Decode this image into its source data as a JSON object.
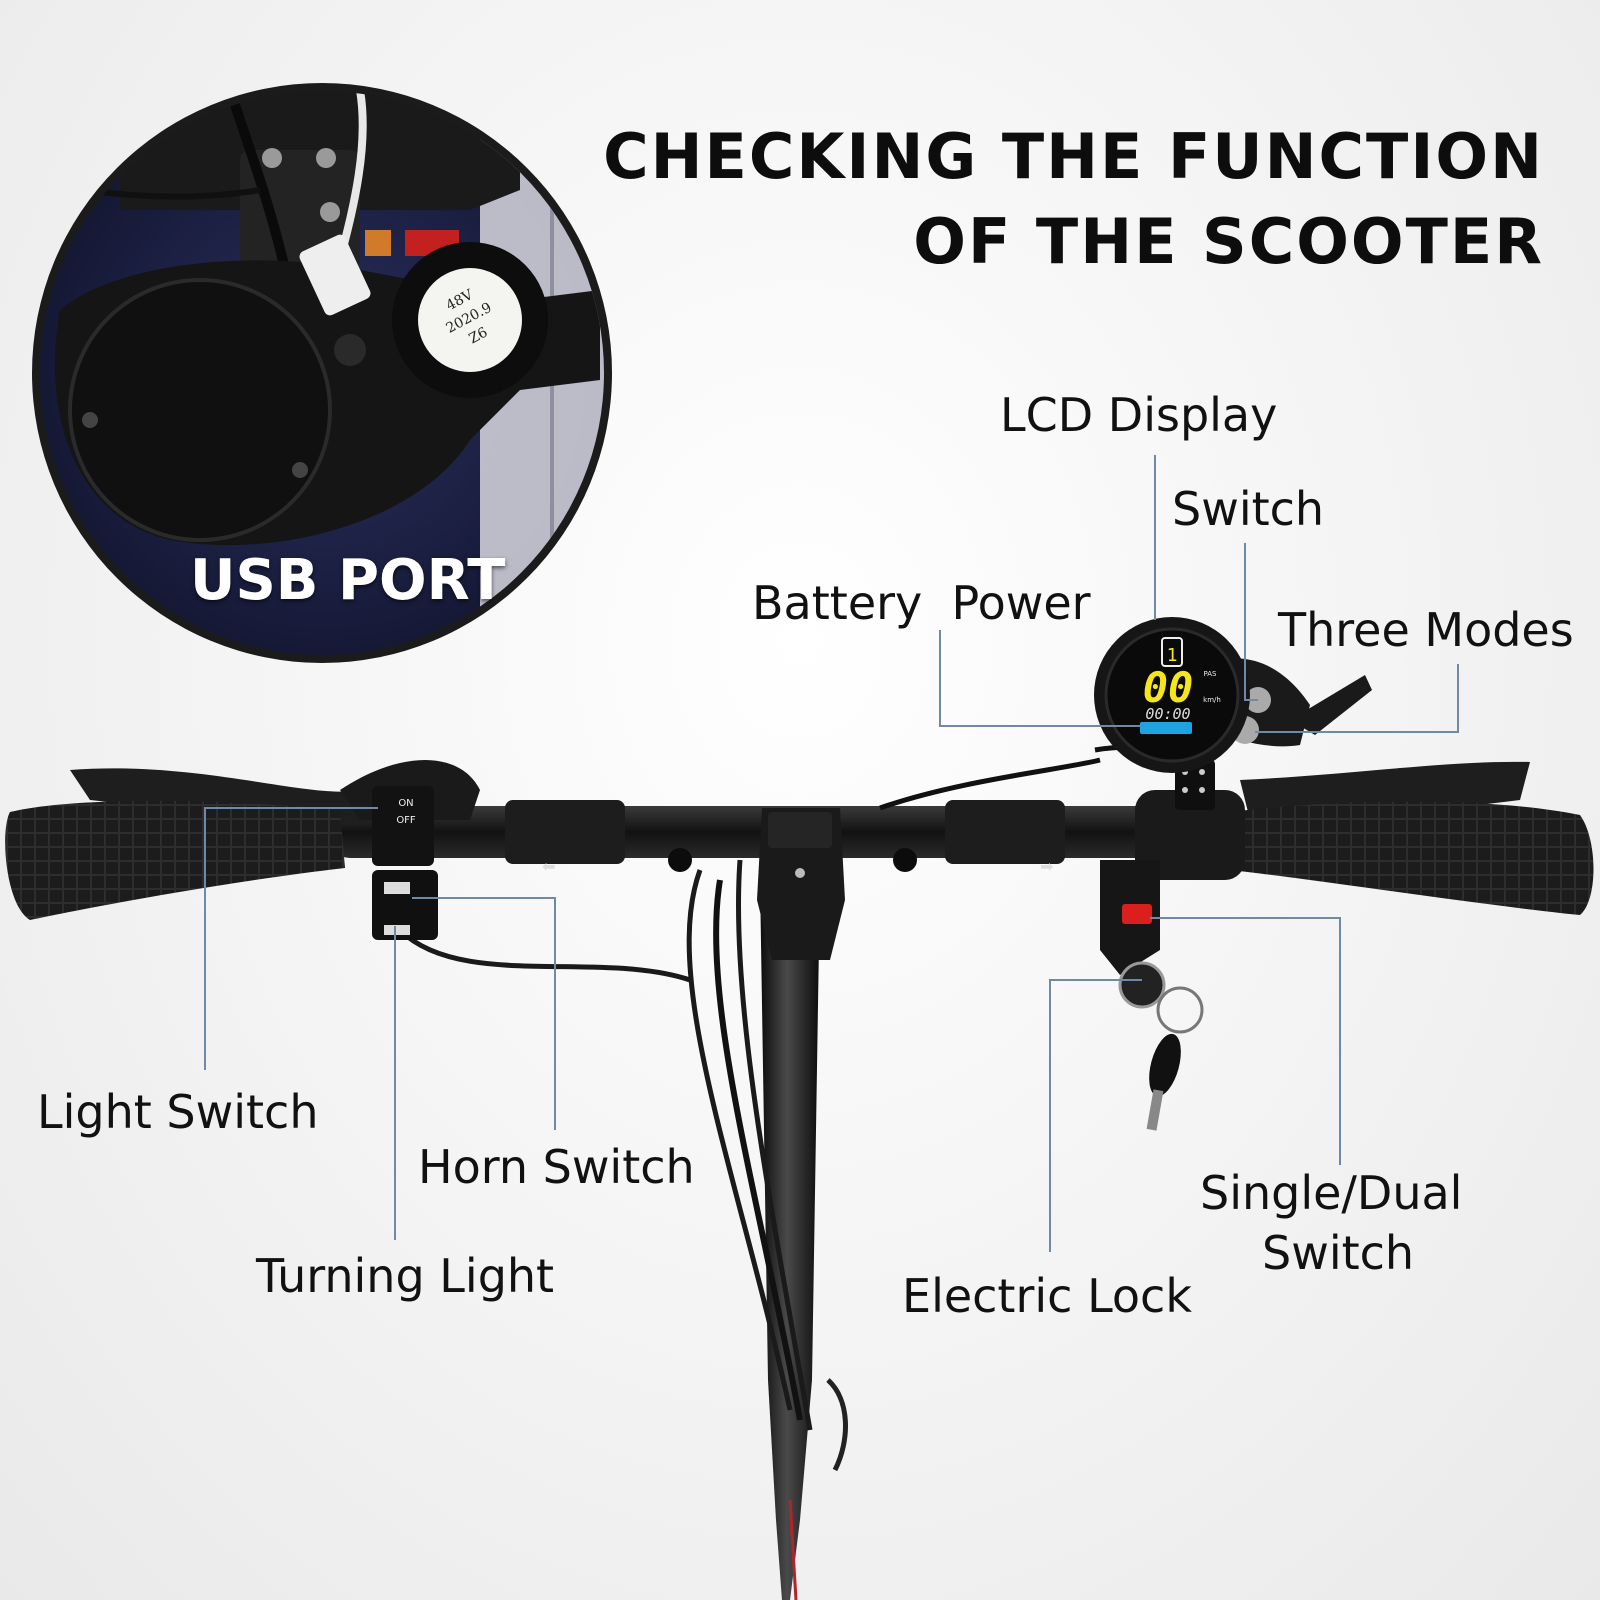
{
  "title": {
    "line1": "CHECKING THE FUNCTION",
    "line2": "OF THE SCOOTER"
  },
  "inset": {
    "label": "USB PORT",
    "cap_text": [
      "48V",
      "2020.9",
      "Z6"
    ]
  },
  "callouts": {
    "lcd_display": "LCD Display",
    "switch": "Switch",
    "battery_power": "Battery  Power",
    "three_modes": "Three Modes",
    "light_switch": "Light Switch",
    "horn_switch": "Horn Switch",
    "turning_light": "Turning Light",
    "electric_lock": "Electric Lock",
    "single_dual_switch_line1": "Single/Dual",
    "single_dual_switch_line2": "Switch"
  },
  "lcd": {
    "speed": "00",
    "unit": "km/h",
    "pas": "PAS",
    "time": "00:00",
    "gear": "1"
  },
  "switch_labels": {
    "on": "ON",
    "off": "OFF"
  },
  "colors": {
    "leader": "#6f8aa6",
    "lcd_digits": "#f5e61c",
    "lcd_battery": "#1fa3e0",
    "switch_red": "#d9201c"
  }
}
